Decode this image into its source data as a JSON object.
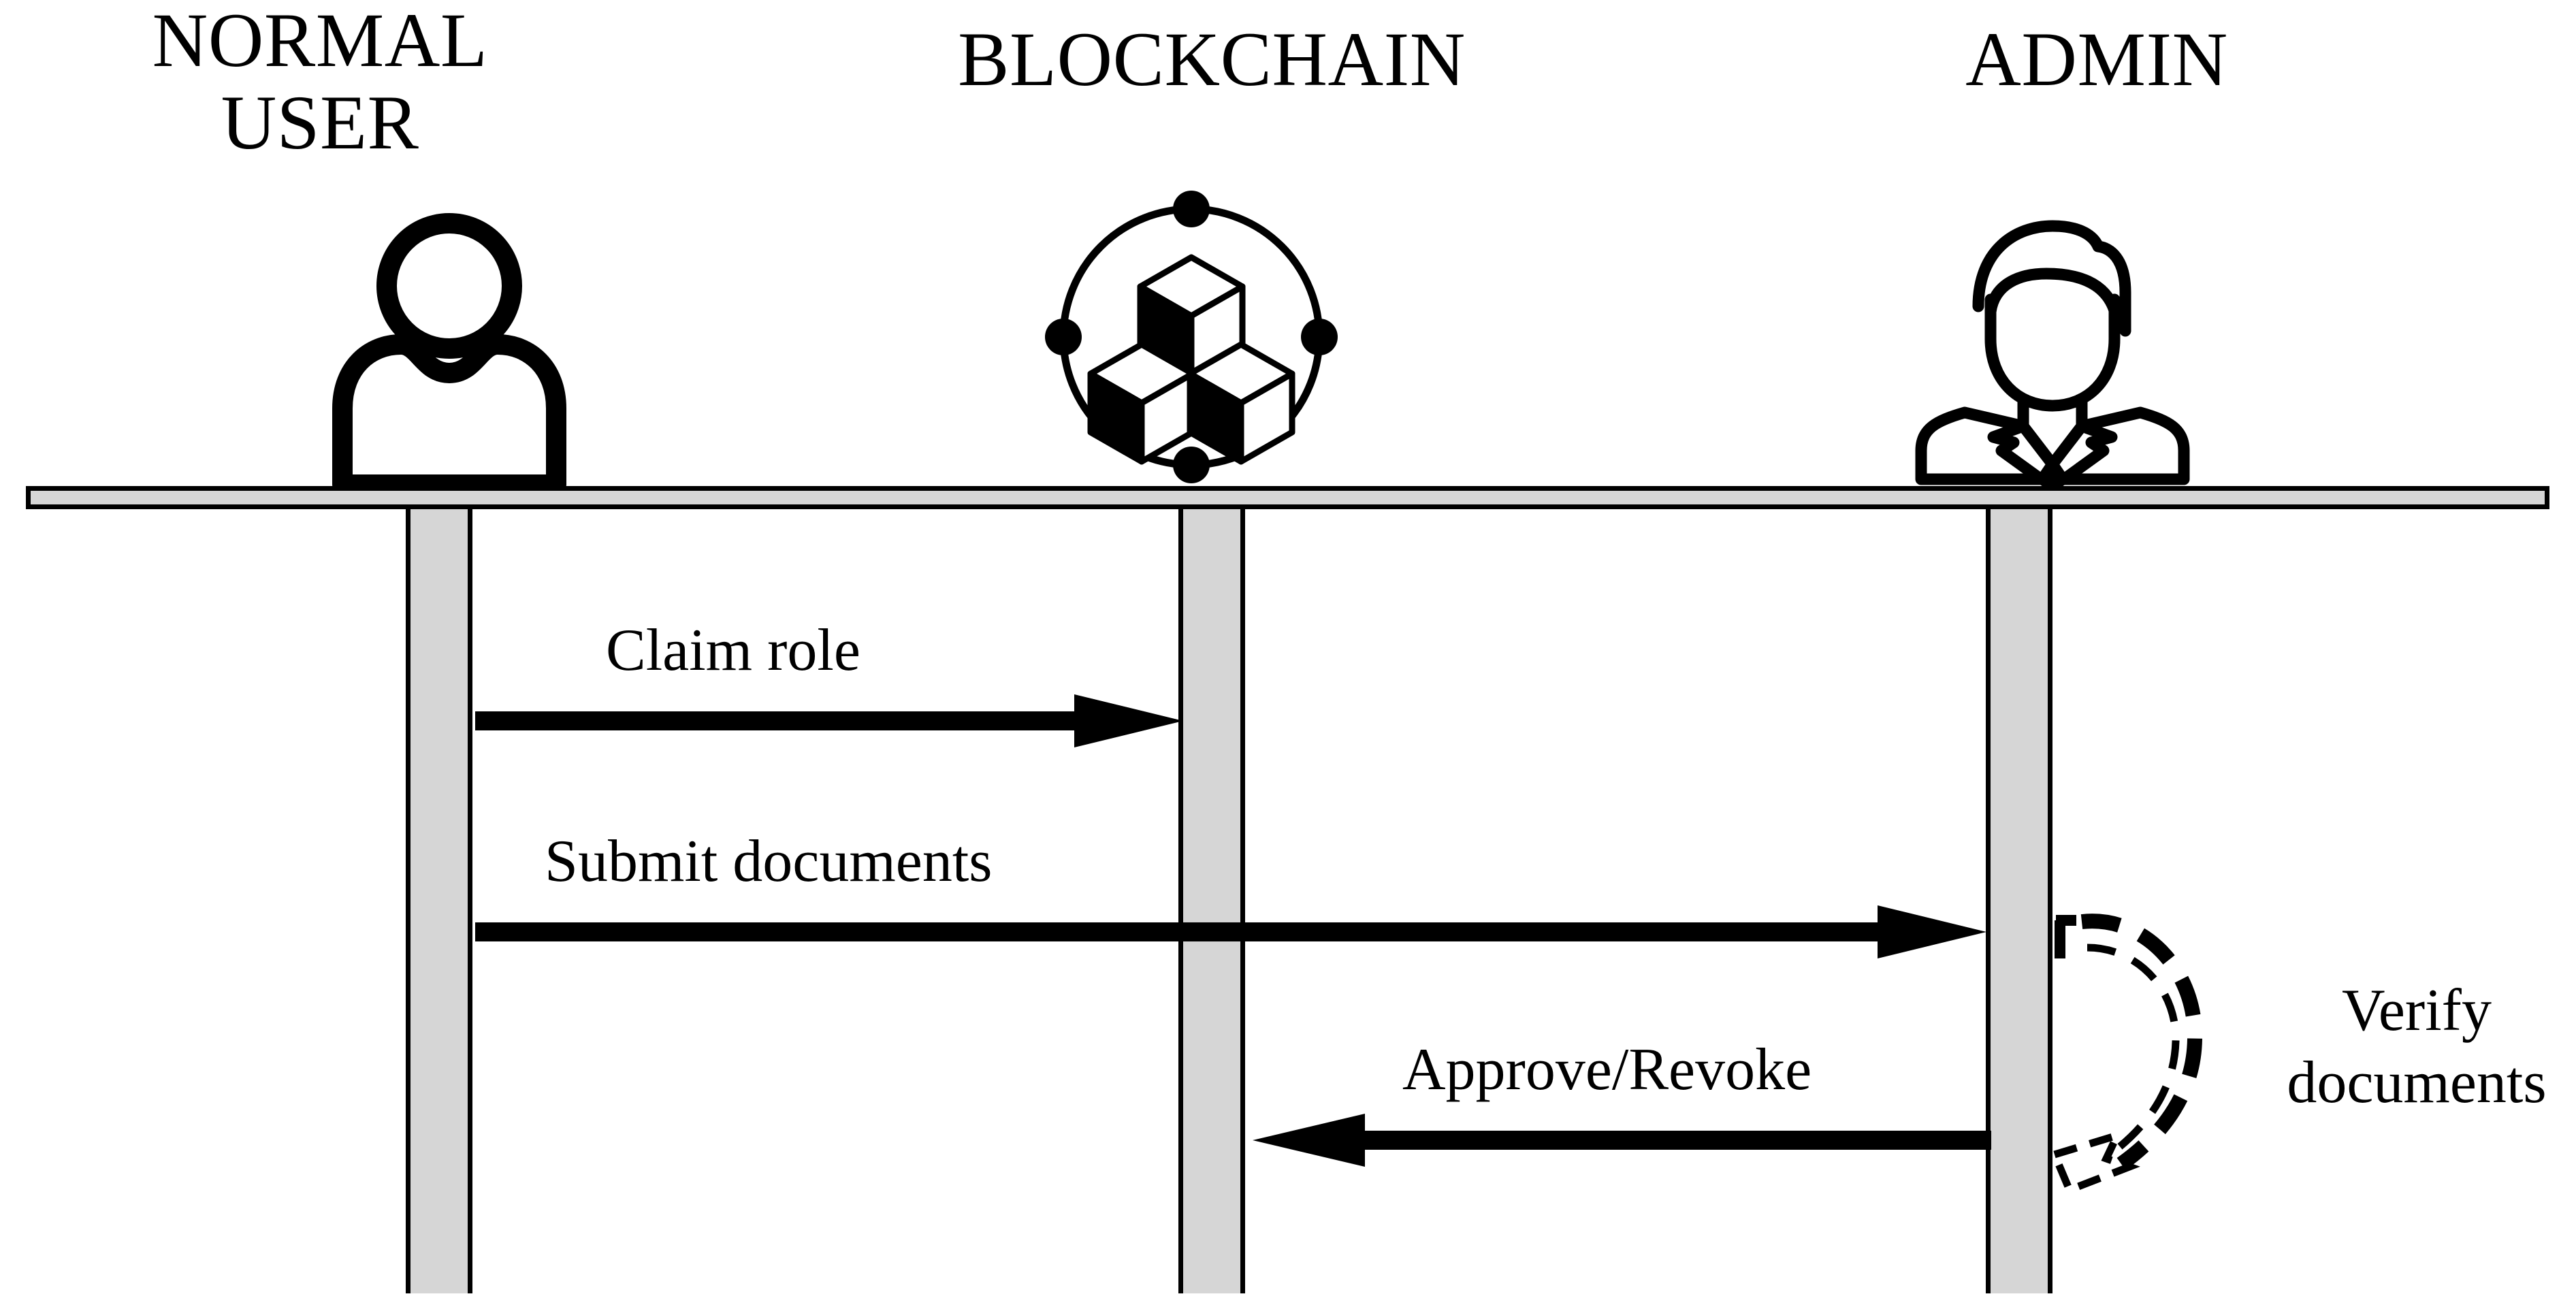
{
  "diagram": {
    "type": "sequence-diagram",
    "background_color": "#ffffff",
    "stroke_color": "#000000",
    "lifeline_fill_color": "#d6d6d6",
    "actors": [
      {
        "id": "normal-user",
        "title": "NORMAL\nUSER",
        "icon": "user-icon"
      },
      {
        "id": "blockchain",
        "title": "BLOCKCHAIN",
        "icon": "blockchain-cubes-icon"
      },
      {
        "id": "admin",
        "title": "ADMIN",
        "icon": "admin-person-icon"
      }
    ],
    "messages": [
      {
        "id": "claim-role",
        "label": "Claim role",
        "from": "normal-user",
        "to": "blockchain",
        "direction": "right",
        "style": "solid"
      },
      {
        "id": "submit-documents",
        "label": "Submit documents",
        "from": "normal-user",
        "to": "admin",
        "direction": "right",
        "style": "solid"
      },
      {
        "id": "approve-revoke",
        "label": "Approve/Revoke",
        "from": "admin",
        "to": "blockchain",
        "direction": "left",
        "style": "solid"
      }
    ],
    "self_messages": [
      {
        "id": "verify-documents",
        "label": "Verify\ndocuments",
        "actor": "admin",
        "style": "dashed",
        "arrowhead": "outlined"
      }
    ]
  }
}
